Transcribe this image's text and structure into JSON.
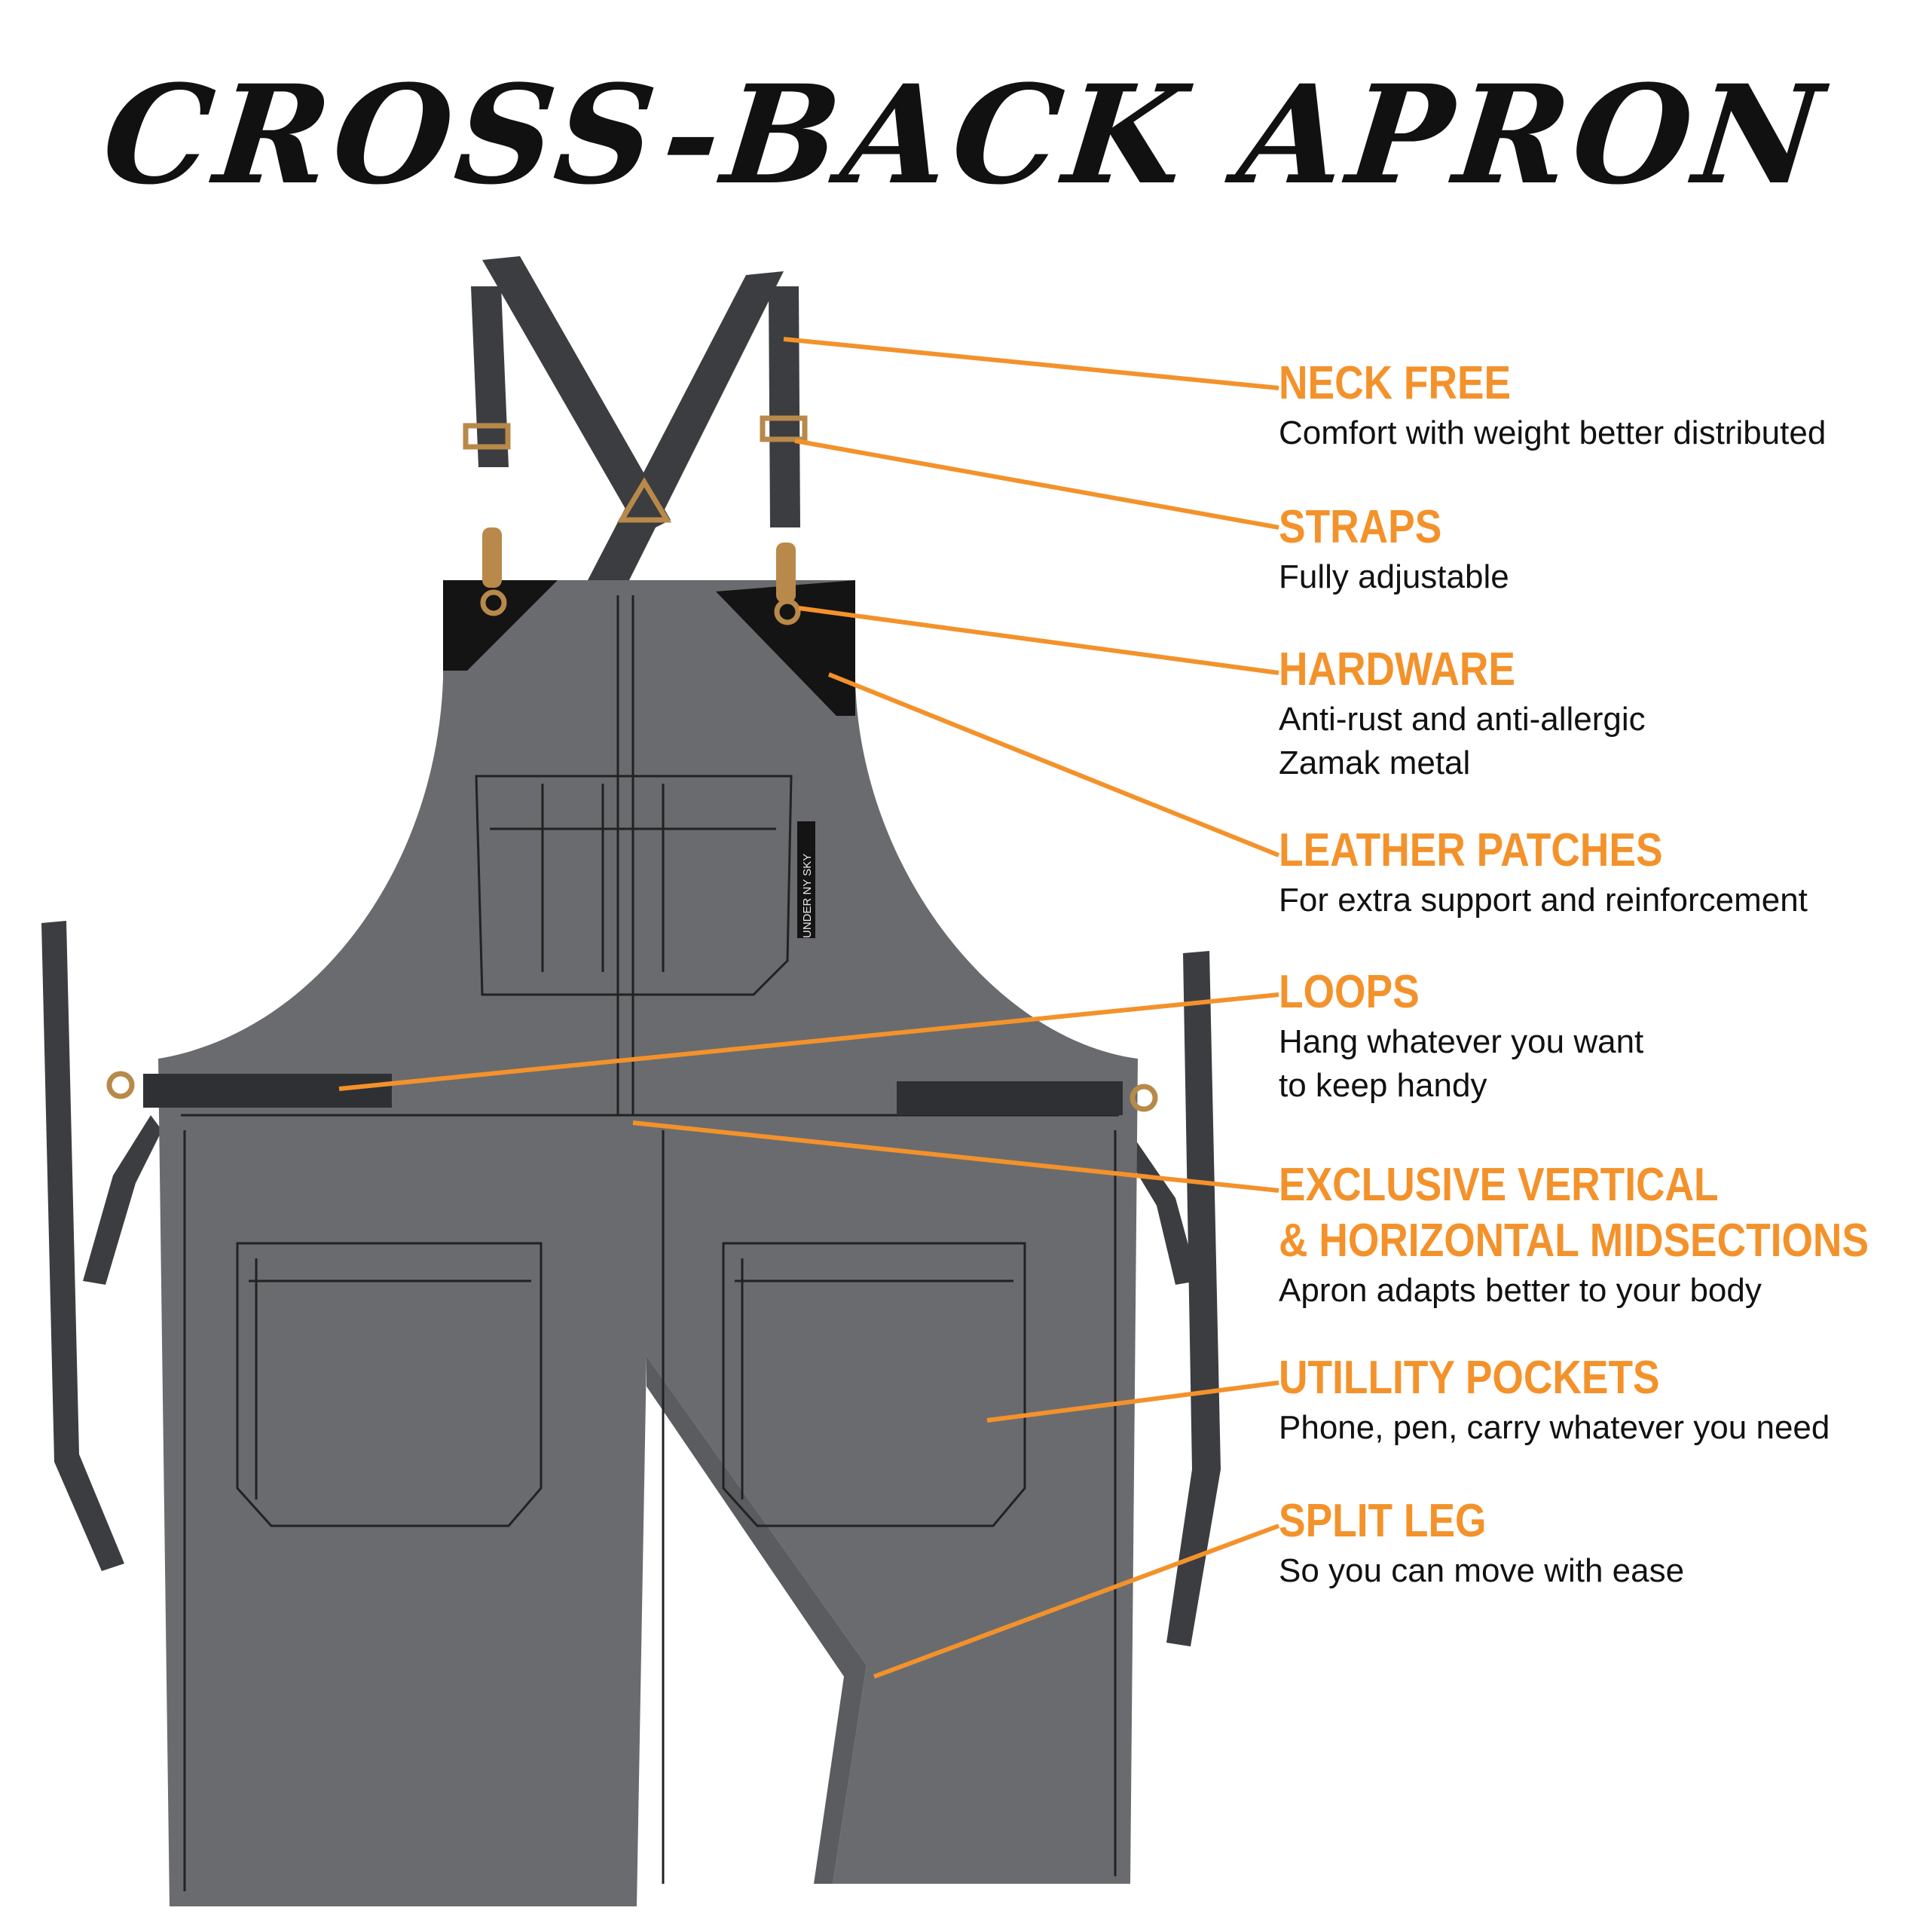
{
  "title": "CROSS-BACK APRON",
  "brand_tag": "UNDER NY SKY",
  "colors": {
    "accent": "#f3922b",
    "apron_fabric": "#6a6b6f",
    "strap": "#3c3d40",
    "leather": "#141414",
    "hardware": "#b8894a",
    "text": "#111111"
  },
  "features": [
    {
      "id": "neck-free",
      "title": [
        "NECK FREE"
      ],
      "desc": [
        "Comfort with weight better distributed"
      ]
    },
    {
      "id": "straps",
      "title": [
        "STRAPS"
      ],
      "desc": [
        "Fully adjustable"
      ]
    },
    {
      "id": "hardware",
      "title": [
        "HARDWARE"
      ],
      "desc": [
        "Anti-rust and anti-allergic",
        "Zamak metal"
      ]
    },
    {
      "id": "leather-patches",
      "title": [
        "LEATHER PATCHES"
      ],
      "desc": [
        "For extra support and reinforcement"
      ]
    },
    {
      "id": "loops",
      "title": [
        "LOOPS"
      ],
      "desc": [
        "Hang whatever you want",
        "to keep handy"
      ]
    },
    {
      "id": "midsections",
      "title": [
        "EXCLUSIVE VERTICAL",
        "& HORIZONTAL MIDSECTIONS"
      ],
      "desc": [
        "Apron adapts better to your body"
      ]
    },
    {
      "id": "utility-pockets",
      "title": [
        "UTILLITY POCKETS"
      ],
      "desc": [
        "Phone, pen, carry whatever you need"
      ]
    },
    {
      "id": "split-leg",
      "title": [
        "SPLIT LEG"
      ],
      "desc": [
        "So you can move with ease"
      ]
    }
  ]
}
